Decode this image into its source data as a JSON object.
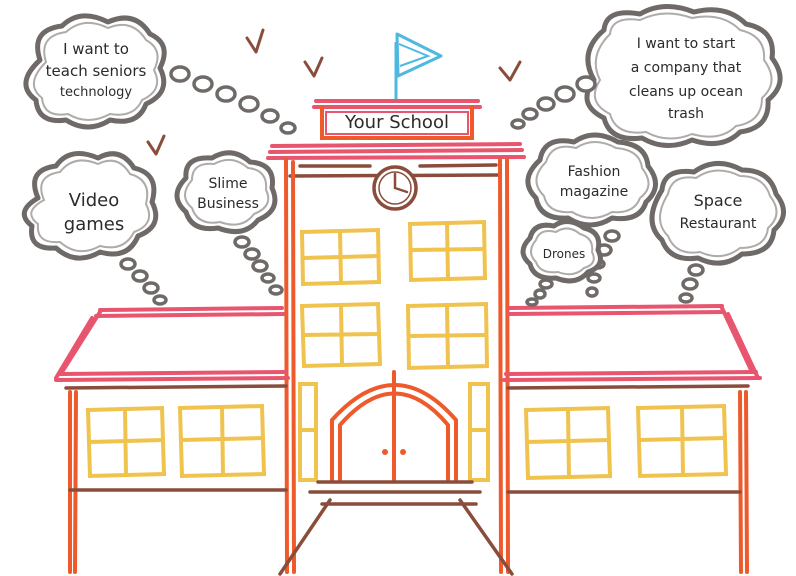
{
  "school": {
    "sign": "Your School"
  },
  "thoughts": [
    {
      "id": "seniors",
      "lines": [
        "I want to",
        "teach seniors",
        "technology"
      ]
    },
    {
      "id": "video-games",
      "lines": [
        "Video",
        "games"
      ]
    },
    {
      "id": "slime",
      "lines": [
        "Slime",
        "Business"
      ]
    },
    {
      "id": "ocean",
      "lines": [
        "I want to start",
        "a company that",
        "cleans up ocean",
        "trash"
      ]
    },
    {
      "id": "fashion",
      "lines": [
        "Fashion",
        "magazine"
      ]
    },
    {
      "id": "drones",
      "lines": [
        "Drones"
      ]
    },
    {
      "id": "space",
      "lines": [
        "Space",
        "Restaurant"
      ]
    }
  ],
  "colors": {
    "brick": "#ee5a2b",
    "roof": "#e8556e",
    "window": "#f0c24e",
    "trim": "#8a4d3c",
    "cloud": "#6f6a68",
    "flag": "#4fb8e0"
  }
}
